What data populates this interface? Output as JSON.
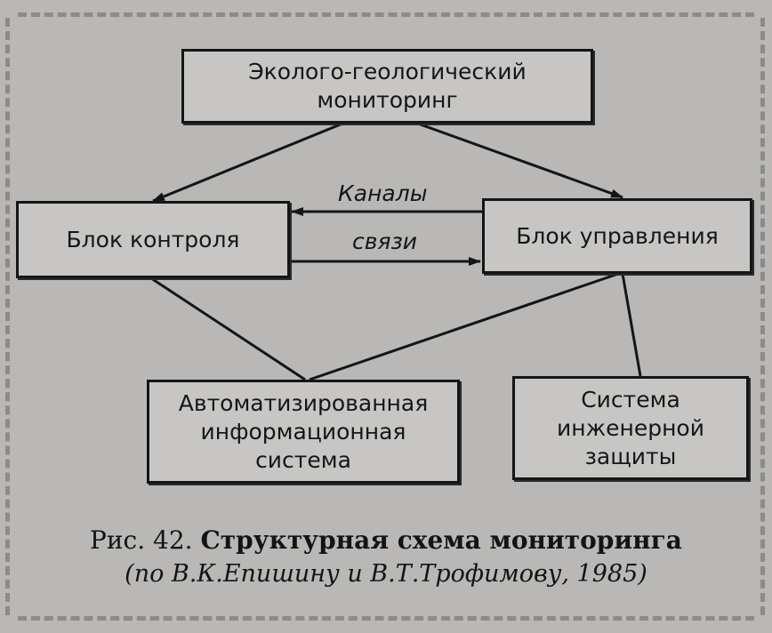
{
  "diagram": {
    "nodes": {
      "monitoring": "Эколого-геологический\nмониторинг",
      "control": "Блок контроля",
      "management": "Блок управления",
      "ais": "Автоматизированная\nинформационная\nсистема",
      "protection": "Система\nинженерной\nзащиты"
    },
    "edge_labels": {
      "channels": "Каналы",
      "links": "связи"
    },
    "edges": [
      {
        "from": "monitoring",
        "to": "control",
        "arrow": true
      },
      {
        "from": "monitoring",
        "to": "management",
        "arrow": true
      },
      {
        "from": "management",
        "to": "control",
        "arrow": true
      },
      {
        "from": "control",
        "to": "management",
        "arrow": true
      },
      {
        "from": "control",
        "to": "ais",
        "arrow": false
      },
      {
        "from": "management",
        "to": "ais",
        "arrow": false
      },
      {
        "from": "management",
        "to": "protection",
        "arrow": false
      }
    ]
  },
  "caption": {
    "figure_number": "Рис. 42.",
    "title": "Структурная схема мониторинга",
    "source": "(по В.К.Епишину и В.Т.Трофимову, 1985)"
  },
  "colors": {
    "background": "#b9b8b6",
    "node_fill": "#c7c6c4",
    "ink": "#151515"
  }
}
